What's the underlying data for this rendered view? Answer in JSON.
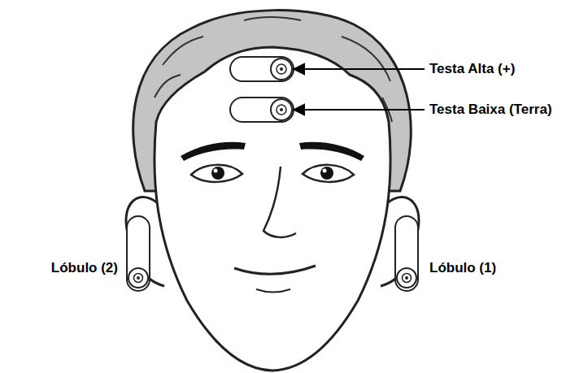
{
  "diagram": {
    "labels": [
      "Testa Alta (+)",
      "Testa Baixa (Terra)",
      "Lóbulo (2)",
      "Lóbulo (1)"
    ]
  }
}
